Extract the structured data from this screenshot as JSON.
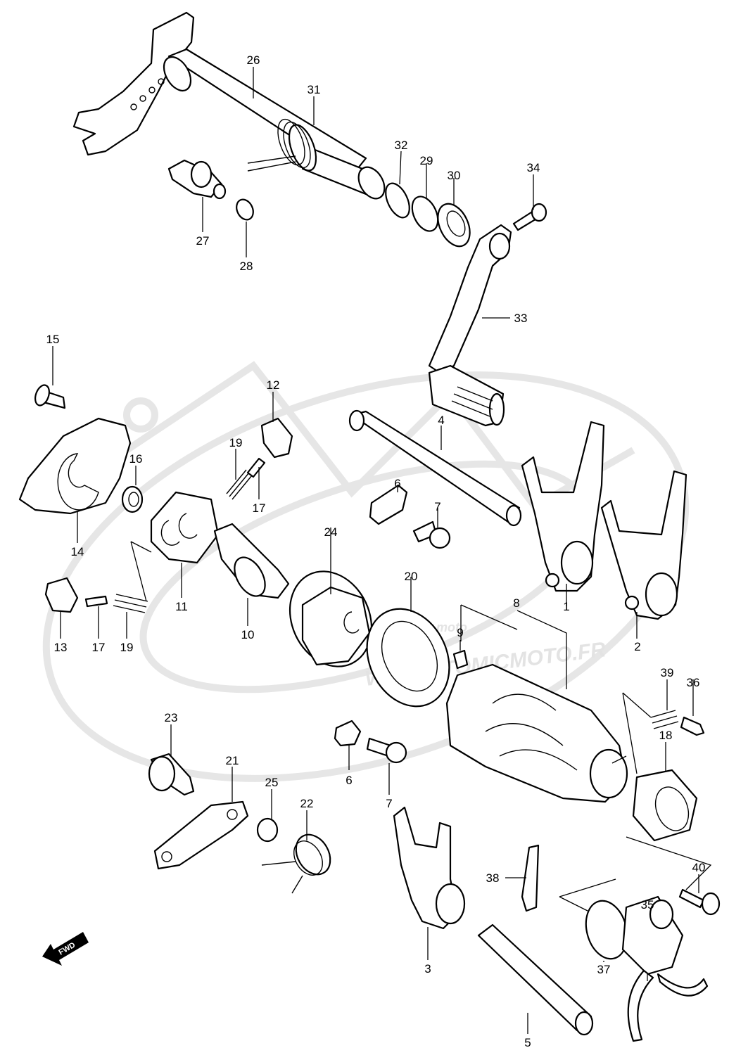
{
  "watermark": {
    "text": "WWW.ATOMICMOTO.FR",
    "small_text": "moto"
  },
  "fwd_arrow": "FWD",
  "callouts": [
    "1",
    "2",
    "3",
    "4",
    "5",
    "6",
    "6",
    "7",
    "7",
    "8",
    "9",
    "10",
    "11",
    "12",
    "13",
    "14",
    "15",
    "16",
    "17",
    "17",
    "18",
    "19",
    "19",
    "20",
    "21",
    "22",
    "23",
    "24",
    "25",
    "26",
    "27",
    "28",
    "29",
    "30",
    "31",
    "32",
    "33",
    "34",
    "35",
    "36",
    "37",
    "38",
    "39",
    "40"
  ]
}
